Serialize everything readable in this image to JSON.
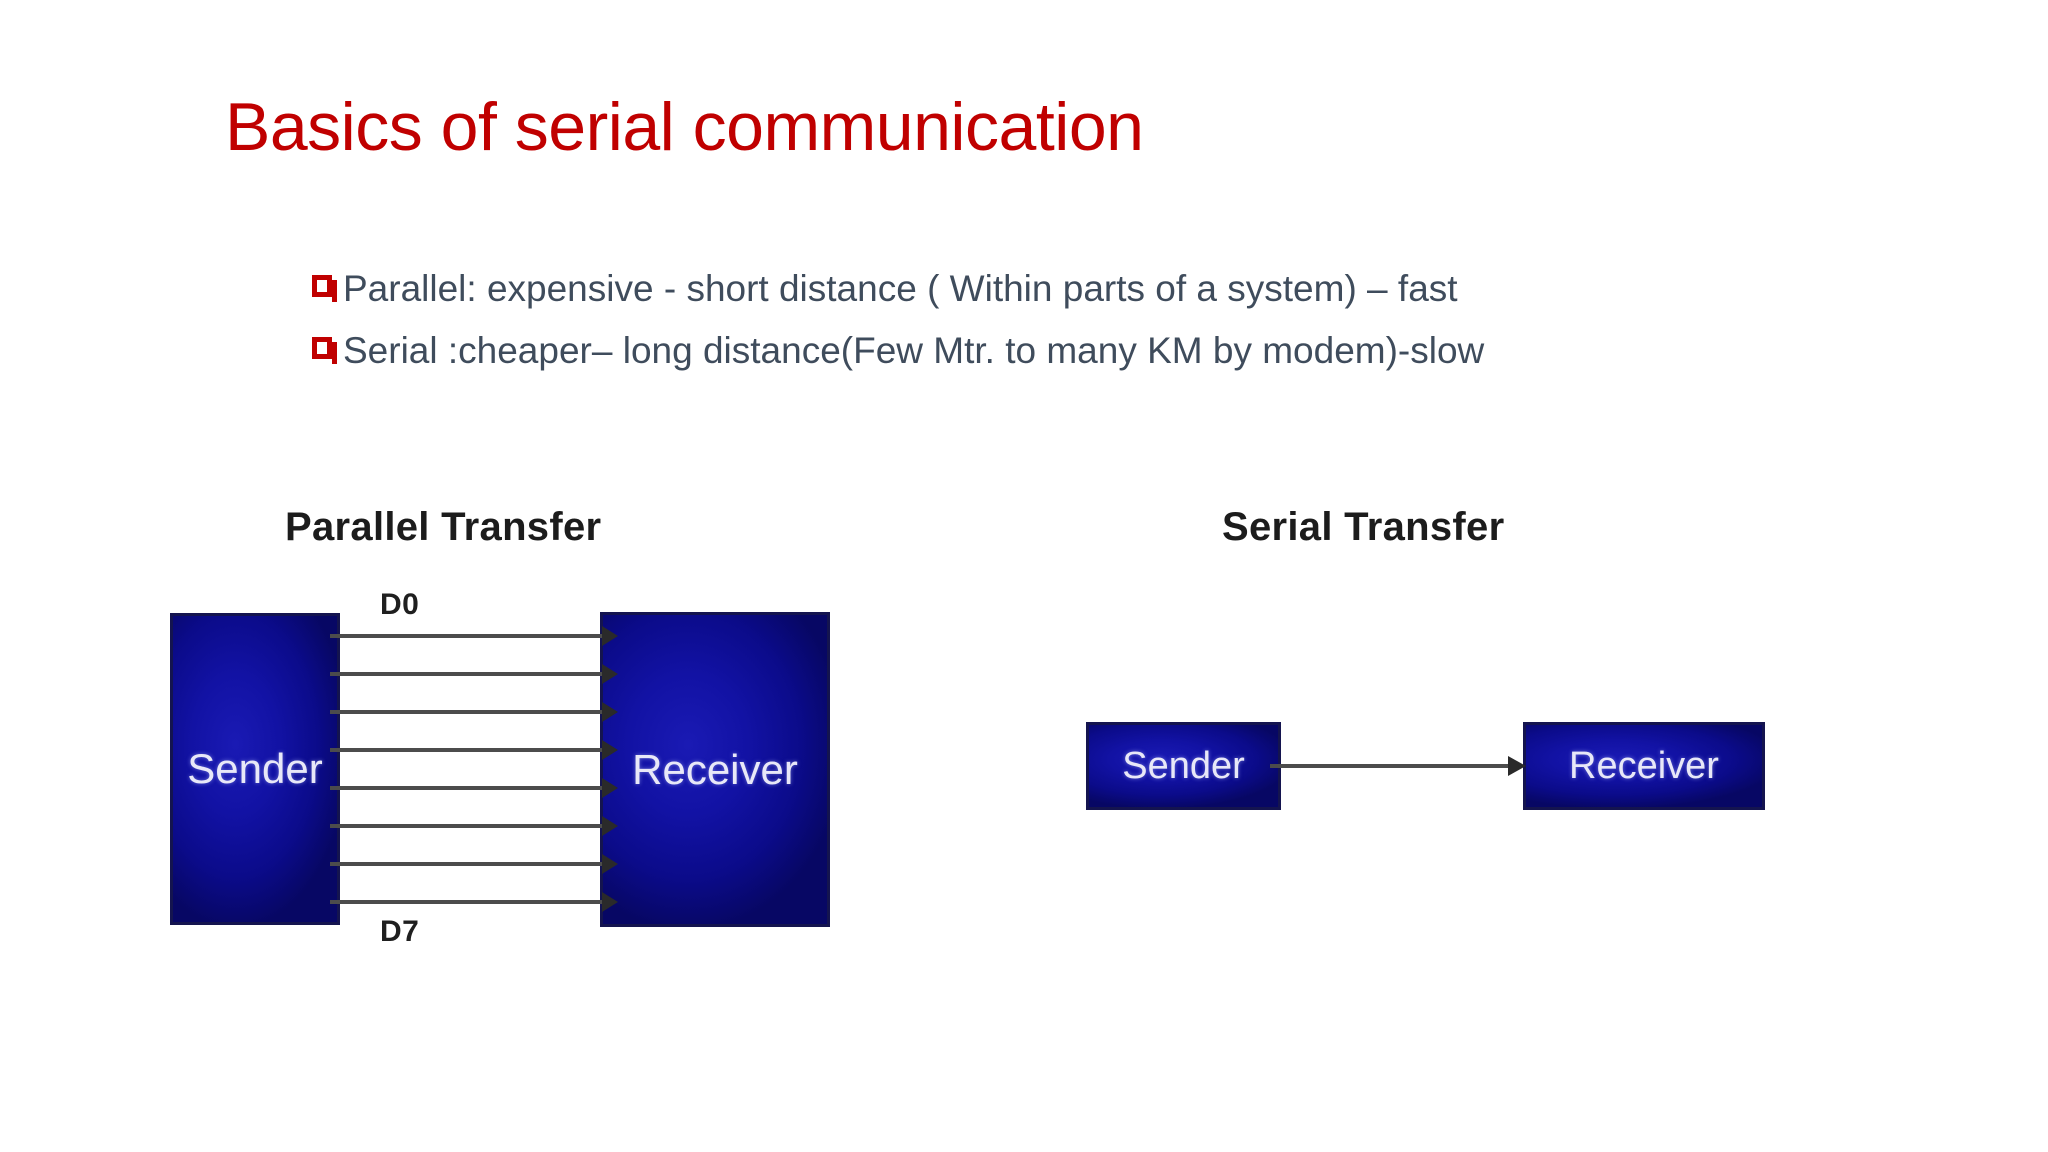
{
  "slide": {
    "title": "Basics of serial communication",
    "title_color": "#c00000",
    "body_text_color": "#3f4c5c",
    "bullet_marker": "hollow-square",
    "bullet_marker_color": "#c00000",
    "bullets": [
      "Parallel: expensive - short distance ( Within parts of a system) – fast",
      "Serial :cheaper– long distance(Few Mtr. to many KM by modem)-slow"
    ]
  },
  "diagrams": {
    "parallel": {
      "heading": "Parallel Transfer",
      "sender_label": "Sender",
      "receiver_label": "Receiver",
      "bus_top_label": "D0",
      "bus_bottom_label": "D7",
      "line_count": 8,
      "box_color": "#1212a4"
    },
    "serial": {
      "heading": "Serial Transfer",
      "sender_label": "Sender",
      "receiver_label": "Receiver",
      "line_count": 1,
      "box_color": "#1212a4"
    }
  }
}
